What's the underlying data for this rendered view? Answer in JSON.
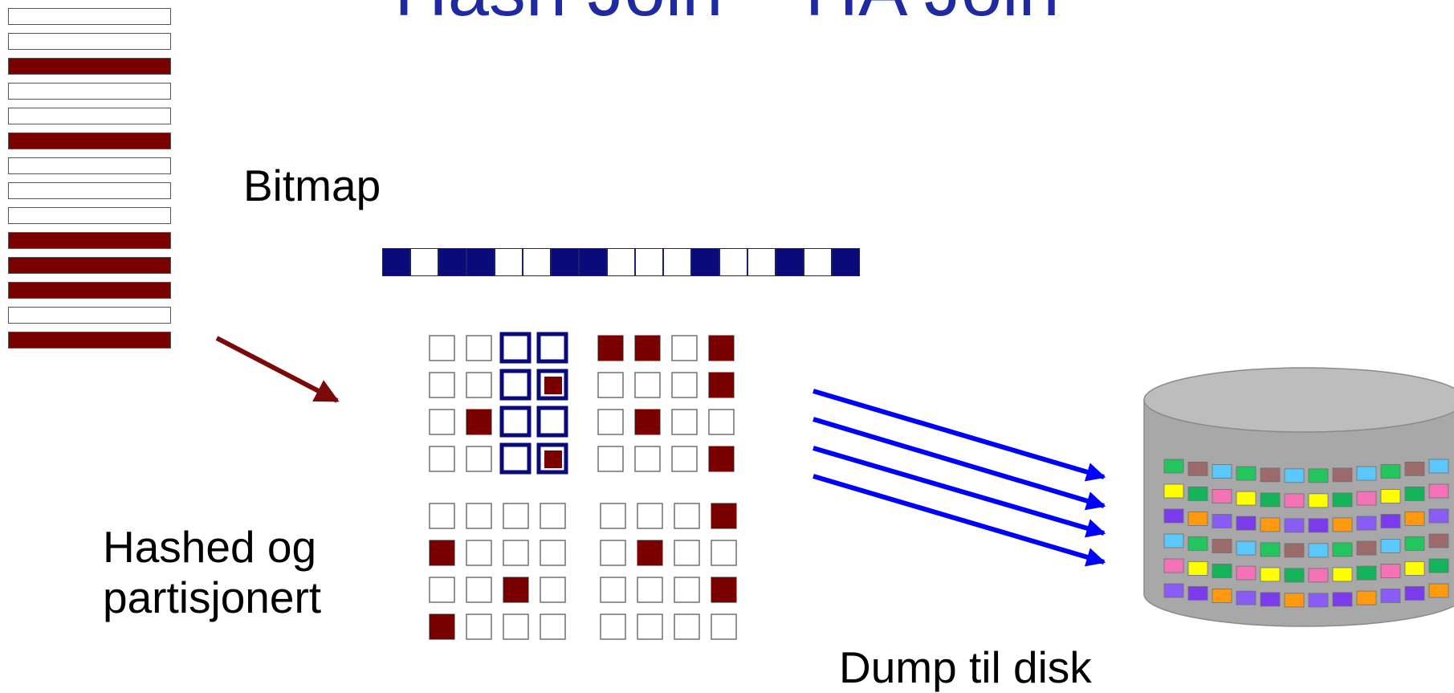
{
  "slide": {
    "title": "Hash Join – HA Join"
  },
  "labels": {
    "bitmap": "Bitmap",
    "hashed_line1": "Hashed og",
    "hashed_line2": "partisjonert",
    "dump": "Dump til disk"
  },
  "colors": {
    "title": "#1f2aa0",
    "filled": "#7a0000",
    "bit_on": "#0a0a7a",
    "arrow_in": "#7a0a0a",
    "arrow_out": "#0000ff",
    "disk_top": "#bdbdbd",
    "disk_side": "#a8a8a8"
  },
  "row_stack": [
    0,
    0,
    1,
    0,
    0,
    1,
    0,
    0,
    0,
    1,
    1,
    1,
    0,
    1
  ],
  "bitmap_bits": [
    1,
    0,
    1,
    1,
    0,
    0,
    1,
    1,
    0,
    0,
    0,
    1,
    0,
    0,
    1,
    0,
    1
  ],
  "partitions": [
    {
      "name": "top-left",
      "cells": [
        [
          0,
          0,
          0,
          0
        ],
        [
          0,
          0,
          0,
          1
        ],
        [
          0,
          1,
          0,
          0
        ],
        [
          0,
          0,
          0,
          1
        ]
      ],
      "highlight_cols": [
        2,
        3
      ]
    },
    {
      "name": "top-right",
      "cells": [
        [
          1,
          1,
          0,
          1
        ],
        [
          0,
          0,
          0,
          1
        ],
        [
          0,
          1,
          0,
          0
        ],
        [
          0,
          0,
          0,
          1
        ]
      ],
      "highlight_cols": []
    },
    {
      "name": "bottom-left",
      "cells": [
        [
          0,
          0,
          0,
          0
        ],
        [
          1,
          0,
          0,
          0
        ],
        [
          0,
          0,
          1,
          0
        ],
        [
          1,
          0,
          0,
          0
        ]
      ],
      "highlight_cols": []
    },
    {
      "name": "bottom-right",
      "cells": [
        [
          0,
          0,
          0,
          1
        ],
        [
          0,
          1,
          0,
          0
        ],
        [
          0,
          0,
          0,
          1
        ],
        [
          0,
          0,
          0,
          0
        ]
      ],
      "highlight_cols": []
    }
  ],
  "disk": {
    "tile_colors": [
      "#22c55e",
      "#7c3aed",
      "#f472b6",
      "#9b6a6a",
      "#ff9a10",
      "#ffff00",
      "#5ac8fa",
      "#8a5cf6",
      "#15b45a"
    ]
  }
}
